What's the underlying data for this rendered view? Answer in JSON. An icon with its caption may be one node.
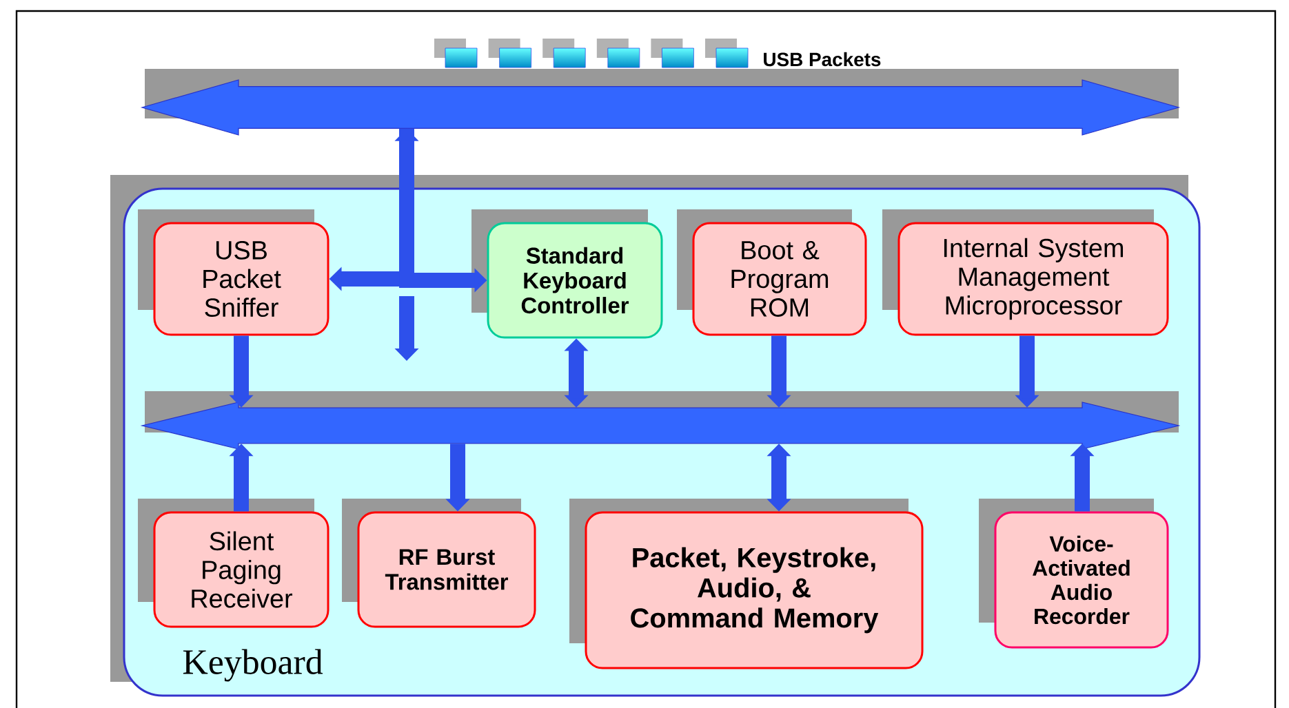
{
  "diagram": {
    "nodes": [
      {
        "text": [
          "Keyboard"
        ]
      },
      {
        "text": [
          "USB Packet Sniffer"
        ],
        "in": 0
      },
      {
        "text": [
          "Standard Keyboard Controller"
        ],
        "in": 0
      },
      {
        "text": [
          "Boot & Program ROM"
        ],
        "in": 0
      },
      {
        "text": [
          "Internal System Management Microprocessor"
        ],
        "in": 0
      },
      {
        "text": [
          "Silent Paging Receiver"
        ],
        "in": 0
      },
      {
        "text": [
          "RF Burst Transmitter"
        ],
        "in": 0
      },
      {
        "text": [
          "Packet, Keystroke, Audio, & Command Memory"
        ],
        "in": 0
      },
      {
        "text": [
          "Voice-Activated Audio Recorder"
        ],
        "in": 0
      },
      {
        "text": [],
        "shape": "bar"
      },
      {
        "text": [],
        "shape": "bar",
        "in": 0
      }
    ],
    "edges": [
      {
        "from": 9,
        "to": 1,
        "arrow": "to"
      },
      {
        "from": 9,
        "to": 2,
        "arrow": "both"
      },
      {
        "from": 1,
        "to": 10,
        "arrow": "to"
      },
      {
        "from": 2,
        "to": 10,
        "arrow": "both"
      },
      {
        "from": 3,
        "to": 10,
        "arrow": "to"
      },
      {
        "from": 4,
        "to": 10,
        "arrow": "to"
      },
      {
        "from": 5,
        "to": 10,
        "arrow": "to"
      },
      {
        "from": 10,
        "to": 6,
        "arrow": "to"
      },
      {
        "from": 10,
        "to": 7,
        "arrow": "both"
      },
      {
        "from": 8,
        "to": 10,
        "arrow": "to"
      }
    ],
    "labels": [
      "USB Packets"
    ]
  }
}
